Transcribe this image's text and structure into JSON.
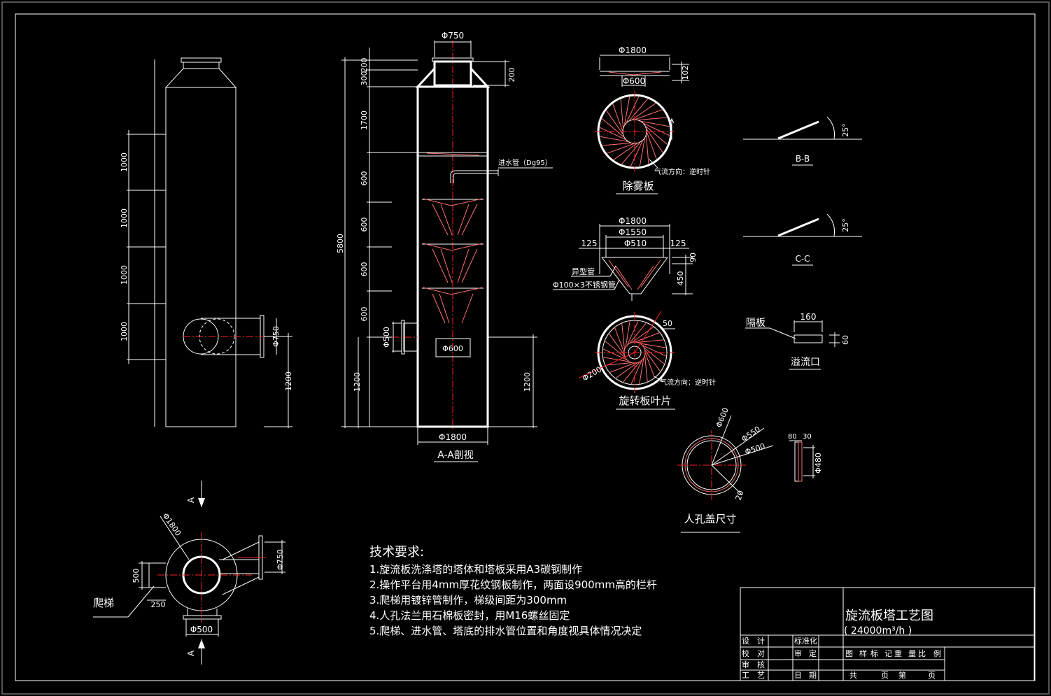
{
  "frame": {
    "border_color": "#ffffff",
    "bg": "#000000",
    "center_line_color": "#ff2020"
  },
  "elevation": {
    "dims": [
      "1000",
      "1000",
      "1000",
      "1000",
      "1200"
    ],
    "nozzle_dia": "Φ750"
  },
  "section_aa": {
    "top_dia": "Φ750",
    "top_height": "200",
    "left_dims": [
      "200",
      "300",
      "1700",
      "600",
      "600",
      "600",
      "600",
      "1200"
    ],
    "total_height": "5800",
    "right_height": "1200",
    "inlet_water_label": "进水管（Dg95）",
    "nozzle_dia": "Φ500",
    "manhole_dia": "Φ600",
    "bottom_dia": "Φ1800",
    "caption": "A-A剖视"
  },
  "demister": {
    "dia_outer": "Φ1800",
    "dia_inner": "Φ600",
    "height": "102",
    "flow_direction": "气流方向：逆时针",
    "caption": "除雾板"
  },
  "rotary_plate": {
    "dia_outer": "Φ1800",
    "dia_mid": "Φ1550",
    "dia_inner": "Φ510",
    "side_left": "125",
    "side_right": "125",
    "h1": "90",
    "h2": "450",
    "label_special_pipe": "异型管",
    "label_pipe": "Φ100×3不锈钢管",
    "dim_50": "50",
    "dim_200": "Φ200",
    "flow_direction": "气流方向：逆时针",
    "caption": "旋转板叶片"
  },
  "sections": {
    "bb_angle": "25°",
    "bb_caption": "B-B",
    "cc_angle": "25°",
    "cc_caption": "C-C"
  },
  "overflow": {
    "label": "隔板",
    "width": "160",
    "height": "60",
    "caption": "溢流口"
  },
  "manhole": {
    "d600": "Φ600",
    "d550": "Φ550",
    "d500": "Φ500",
    "d20": "20",
    "w80": "80",
    "w30": "30",
    "d480": "Φ480",
    "caption": "人孔盖尺寸"
  },
  "plan": {
    "section_mark_top": "A",
    "section_mark_bottom": "A",
    "dia": "Φ1800",
    "dim_500": "500",
    "dim_250": "250",
    "nozzle": "Φ750",
    "bottom_nozzle": "Φ500",
    "ladder": "爬梯"
  },
  "notes": {
    "title": "技术要求:",
    "items": [
      "1.旋流板洗涤塔的塔体和塔板采用A3碳钢制作",
      "2.操作平台用4mm厚花纹钢板制作，两面设900mm高的栏杆",
      "3.爬梯用镀锌管制作，梯级间距为300mm",
      "4.人孔法兰用石棉板密封，用M16螺丝固定",
      "5.爬梯、进水管、塔底的排水管位置和角度视具体情况决定"
    ]
  },
  "title_block": {
    "title": "旋流板塔工艺图",
    "subtitle": "( 24000m³/h )",
    "rows": [
      [
        "设",
        "计",
        "标准化"
      ],
      [
        "校",
        "对",
        "审",
        "定"
      ],
      [
        "审",
        "核"
      ],
      [
        "工",
        "艺",
        "日",
        "期"
      ]
    ],
    "right_headers": [
      "图",
      "样",
      "标",
      "记",
      "重",
      "量",
      "比",
      "例"
    ],
    "bottom": [
      "共",
      "页",
      "第",
      "页"
    ]
  }
}
